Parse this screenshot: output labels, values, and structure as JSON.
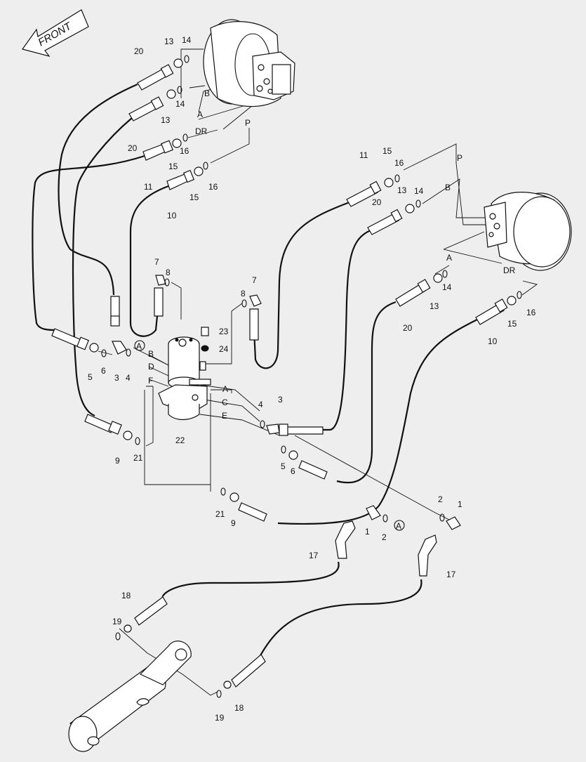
{
  "front_label": "FRONT",
  "ref_mark": "A",
  "callouts": {
    "n1": "1",
    "n2": "2",
    "n3": "3",
    "n4": "4",
    "n5": "5",
    "n6": "6",
    "n7": "7",
    "n8": "8",
    "n9": "9",
    "n10": "10",
    "n11": "11",
    "n13": "13",
    "n14": "14",
    "n15": "15",
    "n16": "16",
    "n17": "17",
    "n18": "18",
    "n19": "19",
    "n20": "20",
    "n21": "21",
    "n22": "22",
    "n23": "23",
    "n24": "24"
  },
  "ports": {
    "A": "A",
    "B": "B",
    "C": "C",
    "D": "D",
    "E": "E",
    "F": "F",
    "P": "P",
    "DR": "DR"
  },
  "colors": {
    "line": "#111111",
    "background": "#eeeeee",
    "part_fill": "#ffffff"
  }
}
